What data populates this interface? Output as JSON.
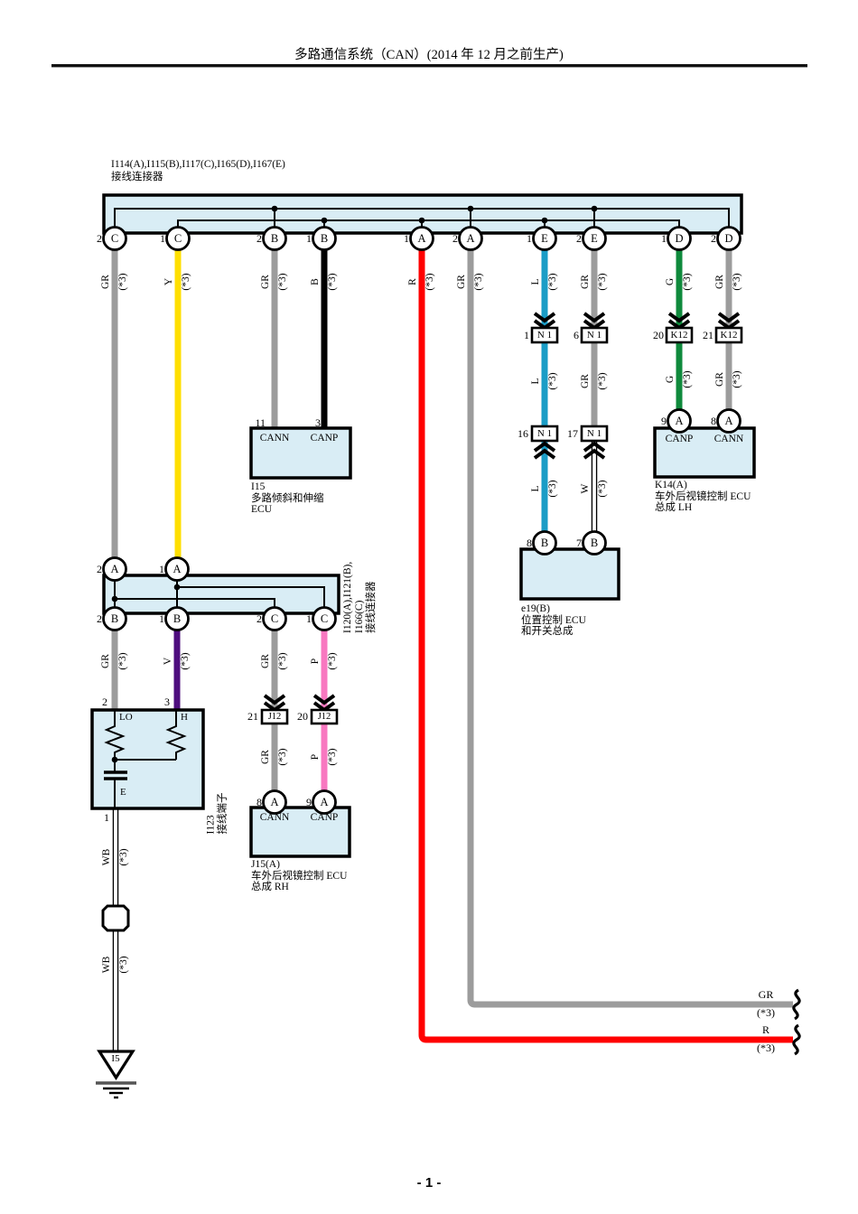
{
  "title": "多路通信系统（CAN）(2014 年 12 月之前生产)",
  "page_number": "- 1 -",
  "colors": {
    "gr": "#9c9c9c",
    "y": "#ffdf00",
    "b": "#000000",
    "r": "#ff0000",
    "l": "#1b9dc6",
    "g": "#0f8a3c",
    "v": "#4e0d7e",
    "p": "#f878c0",
    "w": "#ffffff",
    "panel": "#d9edf5"
  },
  "top_bar": {
    "label1": "I114(A),I115(B),I117(C),I165(D),I167(E)",
    "label2": "接线连接器",
    "pins": [
      {
        "num": "2",
        "letter": "C"
      },
      {
        "num": "1",
        "letter": "C"
      },
      {
        "num": "2",
        "letter": "B"
      },
      {
        "num": "1",
        "letter": "B"
      },
      {
        "num": "1",
        "letter": "A"
      },
      {
        "num": "2",
        "letter": "A"
      },
      {
        "num": "1",
        "letter": "E"
      },
      {
        "num": "2",
        "letter": "E"
      },
      {
        "num": "1",
        "letter": "D"
      },
      {
        "num": "2",
        "letter": "D"
      }
    ],
    "wires": [
      {
        "code": "GR",
        "note": "(*3)"
      },
      {
        "code": "Y",
        "note": "(*3)"
      },
      {
        "code": "GR",
        "note": "(*3)"
      },
      {
        "code": "B",
        "note": "(*3)"
      },
      {
        "code": "R",
        "note": "(*3)"
      },
      {
        "code": "GR",
        "note": "(*3)"
      },
      {
        "code": "L",
        "note": "(*3)"
      },
      {
        "code": "GR",
        "note": "(*3)"
      },
      {
        "code": "G",
        "note": "(*3)"
      },
      {
        "code": "GR",
        "note": "(*3)"
      }
    ]
  },
  "i15": {
    "pin_nums": [
      "11",
      "3"
    ],
    "pin_labels": [
      "CANN",
      "CANP"
    ],
    "name": "I15",
    "desc1": "多路倾斜和伸缩",
    "desc2": "ECU"
  },
  "n1": {
    "top": [
      {
        "num": "1",
        "label": "N 1"
      },
      {
        "num": "6",
        "label": "N 1"
      }
    ],
    "mid_wires": [
      {
        "code": "L",
        "note": "(*3)"
      },
      {
        "code": "GR",
        "note": "(*3)"
      }
    ],
    "bottom": [
      {
        "num": "16",
        "label": "N 1"
      },
      {
        "num": "17",
        "label": "N 1"
      }
    ],
    "low_wires": [
      {
        "code": "L",
        "note": "(*3)"
      },
      {
        "code": "W",
        "note": "(*3)"
      }
    ]
  },
  "k12": {
    "boxes": [
      {
        "num": "20",
        "label": "K12"
      },
      {
        "num": "21",
        "label": "K12"
      }
    ],
    "wires": [
      {
        "code": "G",
        "note": "(*3)"
      },
      {
        "code": "GR",
        "note": "(*3)"
      }
    ]
  },
  "k14": {
    "pins": [
      {
        "num": "9",
        "letter": "A"
      },
      {
        "num": "8",
        "letter": "A"
      }
    ],
    "pin_labels": [
      "CANP",
      "CANN"
    ],
    "name": "K14(A)",
    "desc1": "车外后视镜控制 ECU",
    "desc2": "总成 LH"
  },
  "e19": {
    "pins": [
      {
        "num": "8",
        "letter": "B"
      },
      {
        "num": "7",
        "letter": "B"
      }
    ],
    "name": "e19(B)",
    "desc1": "位置控制 ECU",
    "desc2": "和开关总成"
  },
  "bar2": {
    "label1": "I120(A),I121(B),",
    "label2": "I166(C)",
    "label3": "接线连接器",
    "top_pins": [
      {
        "num": "2",
        "letter": "A"
      },
      {
        "num": "1",
        "letter": "A"
      }
    ],
    "bottom_pins": [
      {
        "num": "2",
        "letter": "B"
      },
      {
        "num": "1",
        "letter": "B"
      },
      {
        "num": "2",
        "letter": "C"
      },
      {
        "num": "1",
        "letter": "C"
      }
    ],
    "wires": [
      {
        "code": "GR",
        "note": "(*3)"
      },
      {
        "code": "V",
        "note": "(*3)"
      },
      {
        "code": "GR",
        "note": "(*3)"
      },
      {
        "code": "P",
        "note": "(*3)"
      }
    ]
  },
  "terminator": {
    "pin2": "2",
    "pin3": "3",
    "lo": "LO",
    "h": "H",
    "e": "E",
    "pin1": "1",
    "name": "I123",
    "desc": "接线端子"
  },
  "j12": {
    "boxes": [
      {
        "num": "21",
        "label": "J12"
      },
      {
        "num": "20",
        "label": "J12"
      }
    ],
    "wires": [
      {
        "code": "GR",
        "note": "(*3)"
      },
      {
        "code": "P",
        "note": "(*3)"
      }
    ]
  },
  "j15": {
    "pins": [
      {
        "num": "8",
        "letter": "A"
      },
      {
        "num": "9",
        "letter": "A"
      }
    ],
    "pin_labels": [
      "CANN",
      "CANP"
    ],
    "name": "J15(A)",
    "desc1": "车外后视镜控制 ECU",
    "desc2": "总成 RH"
  },
  "wb": {
    "upper": {
      "code": "WB",
      "note": "(*3)"
    },
    "lower": {
      "code": "WB",
      "note": "(*3)"
    }
  },
  "ground": {
    "label": "I5"
  },
  "right_wires": {
    "gr": {
      "code": "GR",
      "note": "(*3)"
    },
    "r": {
      "code": "R",
      "note": "(*3)"
    }
  }
}
